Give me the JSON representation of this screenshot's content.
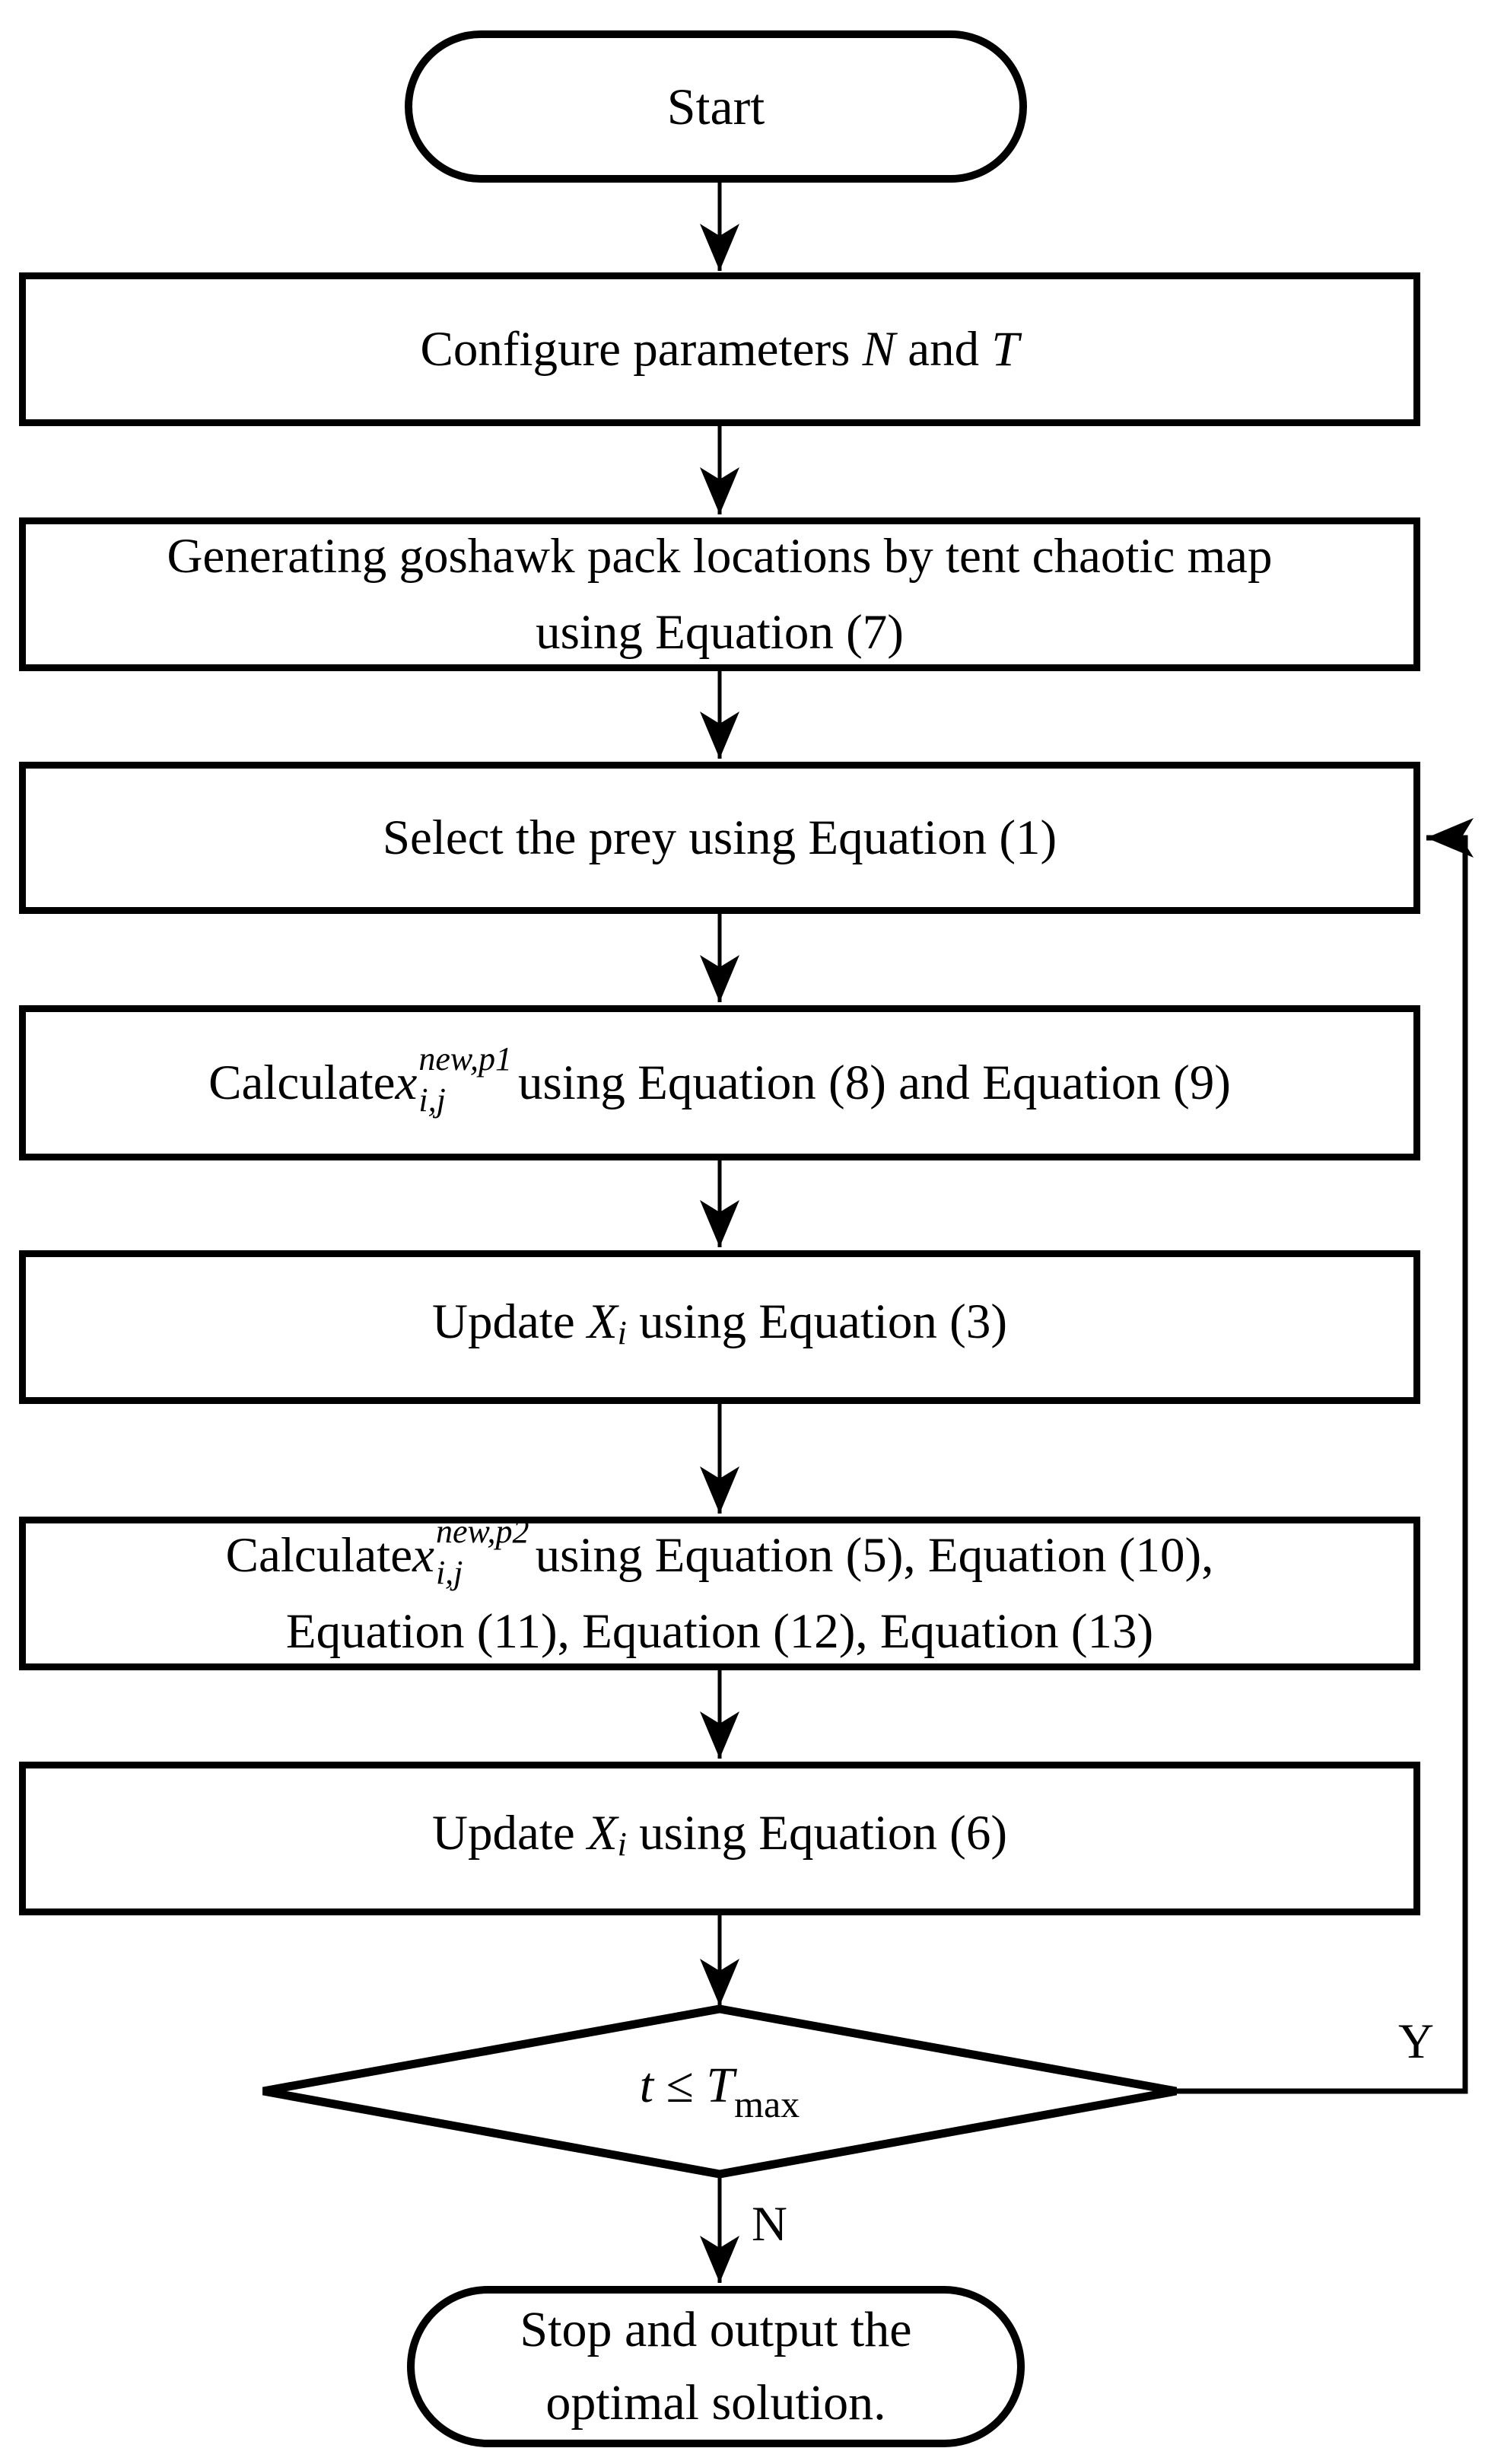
{
  "colors": {
    "ink": "#000000",
    "paper": "#ffffff"
  },
  "nodes": {
    "start": {
      "label": "Start"
    },
    "configure": {
      "pre": "Configure parameters ",
      "var1": "N",
      "mid": " and ",
      "var2": "T"
    },
    "generate": {
      "line1": "Generating goshawk pack locations by tent chaotic map",
      "line2": "using Equation (7)"
    },
    "select_prey": {
      "label": "Select the prey using Equation (1)"
    },
    "calc_p1": {
      "pre": "Calculate ",
      "var": "x",
      "sup": "new,p1",
      "sub": "i,j",
      "post": " using Equation (8) and Equation (9)"
    },
    "update_3": {
      "pre": "Update ",
      "var": "X",
      "sub": "i",
      "post": " using Equation (3)"
    },
    "calc_p2": {
      "pre": "Calculate ",
      "var": "x",
      "sup": "new,p2",
      "sub": "i,j",
      "post": " using Equation (5), Equation (10),",
      "line2": "Equation (11), Equation (12), Equation (13)"
    },
    "update_6": {
      "pre": "Update ",
      "var": "X",
      "sub": "i",
      "post": " using Equation (6)"
    },
    "decision": {
      "var1": "t",
      "op": " ≤ ",
      "var2": "T",
      "sub": "max"
    },
    "stop": {
      "line1": "Stop and output the",
      "line2": "optimal solution."
    }
  },
  "edges": {
    "yes_label": "Y",
    "no_label": "N"
  }
}
